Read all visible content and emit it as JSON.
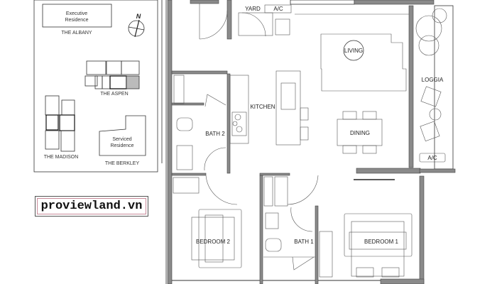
{
  "key_plan": {
    "north_label": "N",
    "buildings": [
      {
        "name": "THE ALBANY",
        "subtitle": [
          "Executive",
          "Residence"
        ]
      },
      {
        "name": "THE ASPEN"
      },
      {
        "name": "THE MADISON"
      },
      {
        "name": "THE BERKLEY",
        "subtitle": [
          "Serviced",
          "Residence"
        ]
      }
    ]
  },
  "watermark": "proviewland.vn",
  "rooms": {
    "yard": "YARD",
    "ac_top": "A/C",
    "living": "LIVING",
    "kitchen": "KITCHEN",
    "bath2": "BATH 2",
    "dining": "DINING",
    "loggia": "LOGGIA",
    "ac_loggia": "A/C",
    "bedroom2": "BEDROOM 2",
    "bath1": "BATH 1",
    "bedroom1": "BEDROOM 1"
  },
  "colors": {
    "wall": "#8a8a8a",
    "line": "#333333",
    "logo_border": "#c98a9a"
  }
}
